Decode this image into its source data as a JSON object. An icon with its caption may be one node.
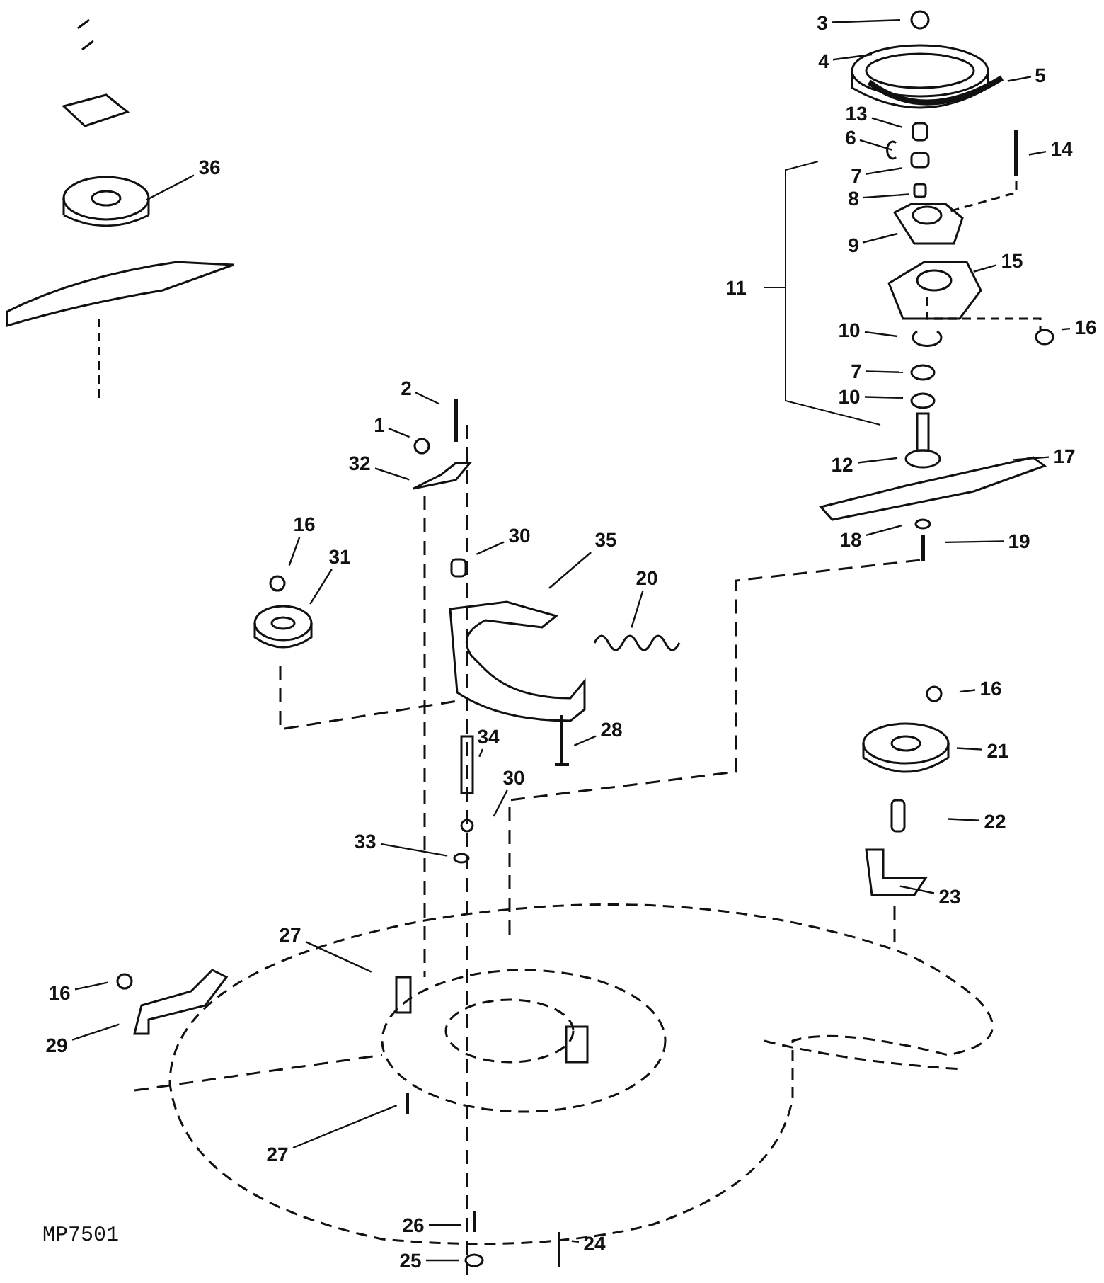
{
  "diagram": {
    "nodes": [
      {
        "text": [
          "36"
        ]
      },
      {
        "text": [
          "3"
        ]
      },
      {
        "text": [
          "4"
        ]
      },
      {
        "text": [
          "5"
        ]
      },
      {
        "text": [
          "13"
        ]
      },
      {
        "text": [
          "6"
        ]
      },
      {
        "text": [
          "7"
        ]
      },
      {
        "text": [
          "14"
        ]
      },
      {
        "text": [
          "8"
        ]
      },
      {
        "text": [
          "9"
        ]
      },
      {
        "text": [
          "15"
        ]
      },
      {
        "text": [
          "11"
        ]
      },
      {
        "text": [
          "10"
        ]
      },
      {
        "text": [
          "16"
        ]
      },
      {
        "text": [
          "7"
        ]
      },
      {
        "text": [
          "10"
        ]
      },
      {
        "text": [
          "12"
        ]
      },
      {
        "text": [
          "17"
        ]
      },
      {
        "text": [
          "18"
        ]
      },
      {
        "text": [
          "19"
        ]
      },
      {
        "text": [
          "2"
        ]
      },
      {
        "text": [
          "1"
        ]
      },
      {
        "text": [
          "32"
        ]
      },
      {
        "text": [
          "16"
        ]
      },
      {
        "text": [
          "31"
        ]
      },
      {
        "text": [
          "30"
        ]
      },
      {
        "text": [
          "35"
        ]
      },
      {
        "text": [
          "20"
        ]
      },
      {
        "text": [
          "16"
        ]
      },
      {
        "text": [
          "21"
        ]
      },
      {
        "text": [
          "28"
        ]
      },
      {
        "text": [
          "34"
        ]
      },
      {
        "text": [
          "30"
        ]
      },
      {
        "text": [
          "22"
        ]
      },
      {
        "text": [
          "33"
        ]
      },
      {
        "text": [
          "23"
        ]
      },
      {
        "text": [
          "27"
        ]
      },
      {
        "text": [
          "16"
        ]
      },
      {
        "text": [
          "29"
        ]
      },
      {
        "text": [
          "27"
        ]
      },
      {
        "text": [
          "26"
        ]
      },
      {
        "text": [
          "24"
        ]
      },
      {
        "text": [
          "25"
        ]
      }
    ],
    "edges": [
      {
        "from": 0,
        "to": null,
        "arrow": "none"
      },
      {
        "from": 1,
        "to": null,
        "arrow": "none"
      },
      {
        "from": 2,
        "to": null,
        "arrow": "none"
      },
      {
        "from": 3,
        "to": null,
        "arrow": "none"
      },
      {
        "from": 4,
        "to": null,
        "arrow": "none"
      },
      {
        "from": 5,
        "to": null,
        "arrow": "none"
      },
      {
        "from": 6,
        "to": null,
        "arrow": "none"
      },
      {
        "from": 7,
        "to": null,
        "arrow": "none"
      },
      {
        "from": 8,
        "to": null,
        "arrow": "none"
      },
      {
        "from": 9,
        "to": null,
        "arrow": "none"
      },
      {
        "from": 10,
        "to": null,
        "arrow": "none"
      },
      {
        "from": 12,
        "to": null,
        "arrow": "none"
      },
      {
        "from": 13,
        "to": null,
        "arrow": "none"
      },
      {
        "from": 14,
        "to": null,
        "arrow": "none"
      },
      {
        "from": 15,
        "to": null,
        "arrow": "none"
      },
      {
        "from": 16,
        "to": null,
        "arrow": "none"
      },
      {
        "from": 17,
        "to": null,
        "arrow": "none"
      },
      {
        "from": 18,
        "to": null,
        "arrow": "none"
      },
      {
        "from": 19,
        "to": null,
        "arrow": "none"
      },
      {
        "from": 20,
        "to": null,
        "arrow": "none"
      },
      {
        "from": 21,
        "to": null,
        "arrow": "none"
      },
      {
        "from": 22,
        "to": null,
        "arrow": "none"
      },
      {
        "from": 23,
        "to": null,
        "arrow": "none"
      },
      {
        "from": 24,
        "to": null,
        "arrow": "none"
      },
      {
        "from": 25,
        "to": null,
        "arrow": "none"
      },
      {
        "from": 26,
        "to": null,
        "arrow": "none"
      },
      {
        "from": 27,
        "to": null,
        "arrow": "none"
      },
      {
        "from": 28,
        "to": null,
        "arrow": "none"
      },
      {
        "from": 29,
        "to": null,
        "arrow": "none"
      },
      {
        "from": 30,
        "to": null,
        "arrow": "none"
      },
      {
        "from": 31,
        "to": null,
        "arrow": "none"
      },
      {
        "from": 32,
        "to": null,
        "arrow": "none"
      },
      {
        "from": 33,
        "to": null,
        "arrow": "none"
      },
      {
        "from": 34,
        "to": null,
        "arrow": "none"
      },
      {
        "from": 35,
        "to": null,
        "arrow": "none"
      },
      {
        "from": 36,
        "to": null,
        "arrow": "none"
      },
      {
        "from": 37,
        "to": null,
        "arrow": "none"
      },
      {
        "from": 38,
        "to": null,
        "arrow": "none"
      },
      {
        "from": 39,
        "to": null,
        "arrow": "none"
      },
      {
        "from": 40,
        "to": null,
        "arrow": "none"
      },
      {
        "from": 41,
        "to": null,
        "arrow": "none"
      },
      {
        "from": 42,
        "to": null,
        "arrow": "none"
      }
    ],
    "labels": [
      "MP7501"
    ]
  }
}
